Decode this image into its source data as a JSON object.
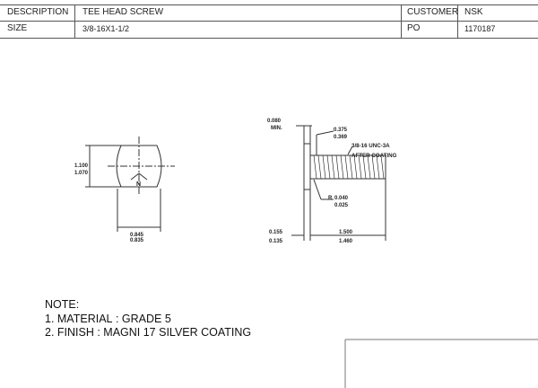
{
  "header": {
    "description_label": "DESCRIPTION",
    "description_value": "TEE HEAD SCREW",
    "customer_label": "CUSTOMER",
    "customer_value": "NSK",
    "size_label": "SIZE",
    "size_value": "3/8-16X1-1/2",
    "po_label": "PO",
    "po_value": "1170187"
  },
  "drawing": {
    "front_view": {
      "height_max": "1.100",
      "height_min": "1.070",
      "width_max": "0.845",
      "width_min": "0.835",
      "mark": "N"
    },
    "side_view": {
      "head_thickness": "0.080",
      "head_thickness_suffix": "MIN.",
      "shank_dia_max": "0.375",
      "shank_dia_min": "0.369",
      "thread_spec": "3/8-16 UNC-3A",
      "thread_note": "AFTER COATING",
      "fillet_max": "0.040",
      "fillet_prefix": "R",
      "fillet_min": "0.025",
      "head_height_max": "0.155",
      "head_height_min": "0.135",
      "length_max": "1.500",
      "length_min": "1.460"
    }
  },
  "notes": {
    "title": "NOTE:",
    "items": [
      "1. MATERIAL : GRADE 5",
      "2. FINISH : MAGNI 17 SILVER COATING"
    ]
  }
}
